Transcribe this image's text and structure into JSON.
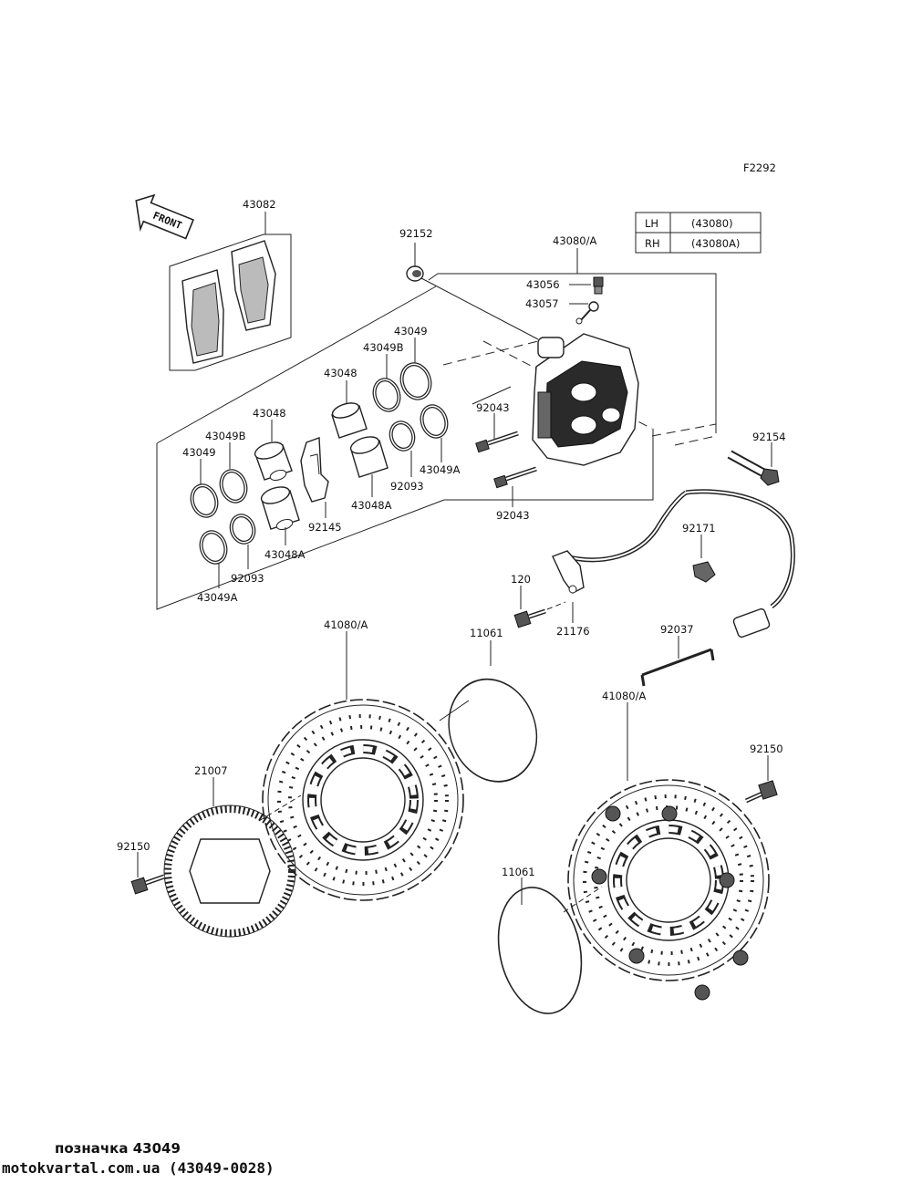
{
  "figure_code": "F2292",
  "front_arrow": "FRONT",
  "side_table": [
    {
      "side": "LH",
      "part": "(43080)"
    },
    {
      "side": "RH",
      "part": "(43080A)"
    }
  ],
  "labels": {
    "pads": "43082",
    "bleeder_cap": "92152",
    "caliper": "43080/A",
    "bleeder_valve": "43056",
    "bleeder_plate": "43057",
    "piston_seal_top": "43049",
    "dust_seal_top": "43049B",
    "piston_left_top": "43048",
    "piston_right_top": "43048",
    "dust_seal_left": "43049B",
    "piston_seal_left": "43049",
    "bolt_upper": "92043",
    "bolt_lower": "92043",
    "mount_bolt": "92154",
    "piston_small_right": "43048A",
    "oring_right": "92093",
    "seal_right_a": "43049A",
    "pad_spring": "92145",
    "piston_small_left": "43048A",
    "oring_left": "92093",
    "seal_left_a": "43049A",
    "clamp": "92171",
    "screw_120": "120",
    "sensor": "21176",
    "disc_left": "41080/A",
    "shim_upper": "11061",
    "rod": "92037",
    "disc_right": "41080/A",
    "bolt_right": "92150",
    "rotor_ring": "21007",
    "bolt_left": "92150",
    "shim_lower": "11061"
  },
  "footer": {
    "caption": "позначка 43049",
    "source": "motokvartal.com.ua (43049-0028)"
  }
}
